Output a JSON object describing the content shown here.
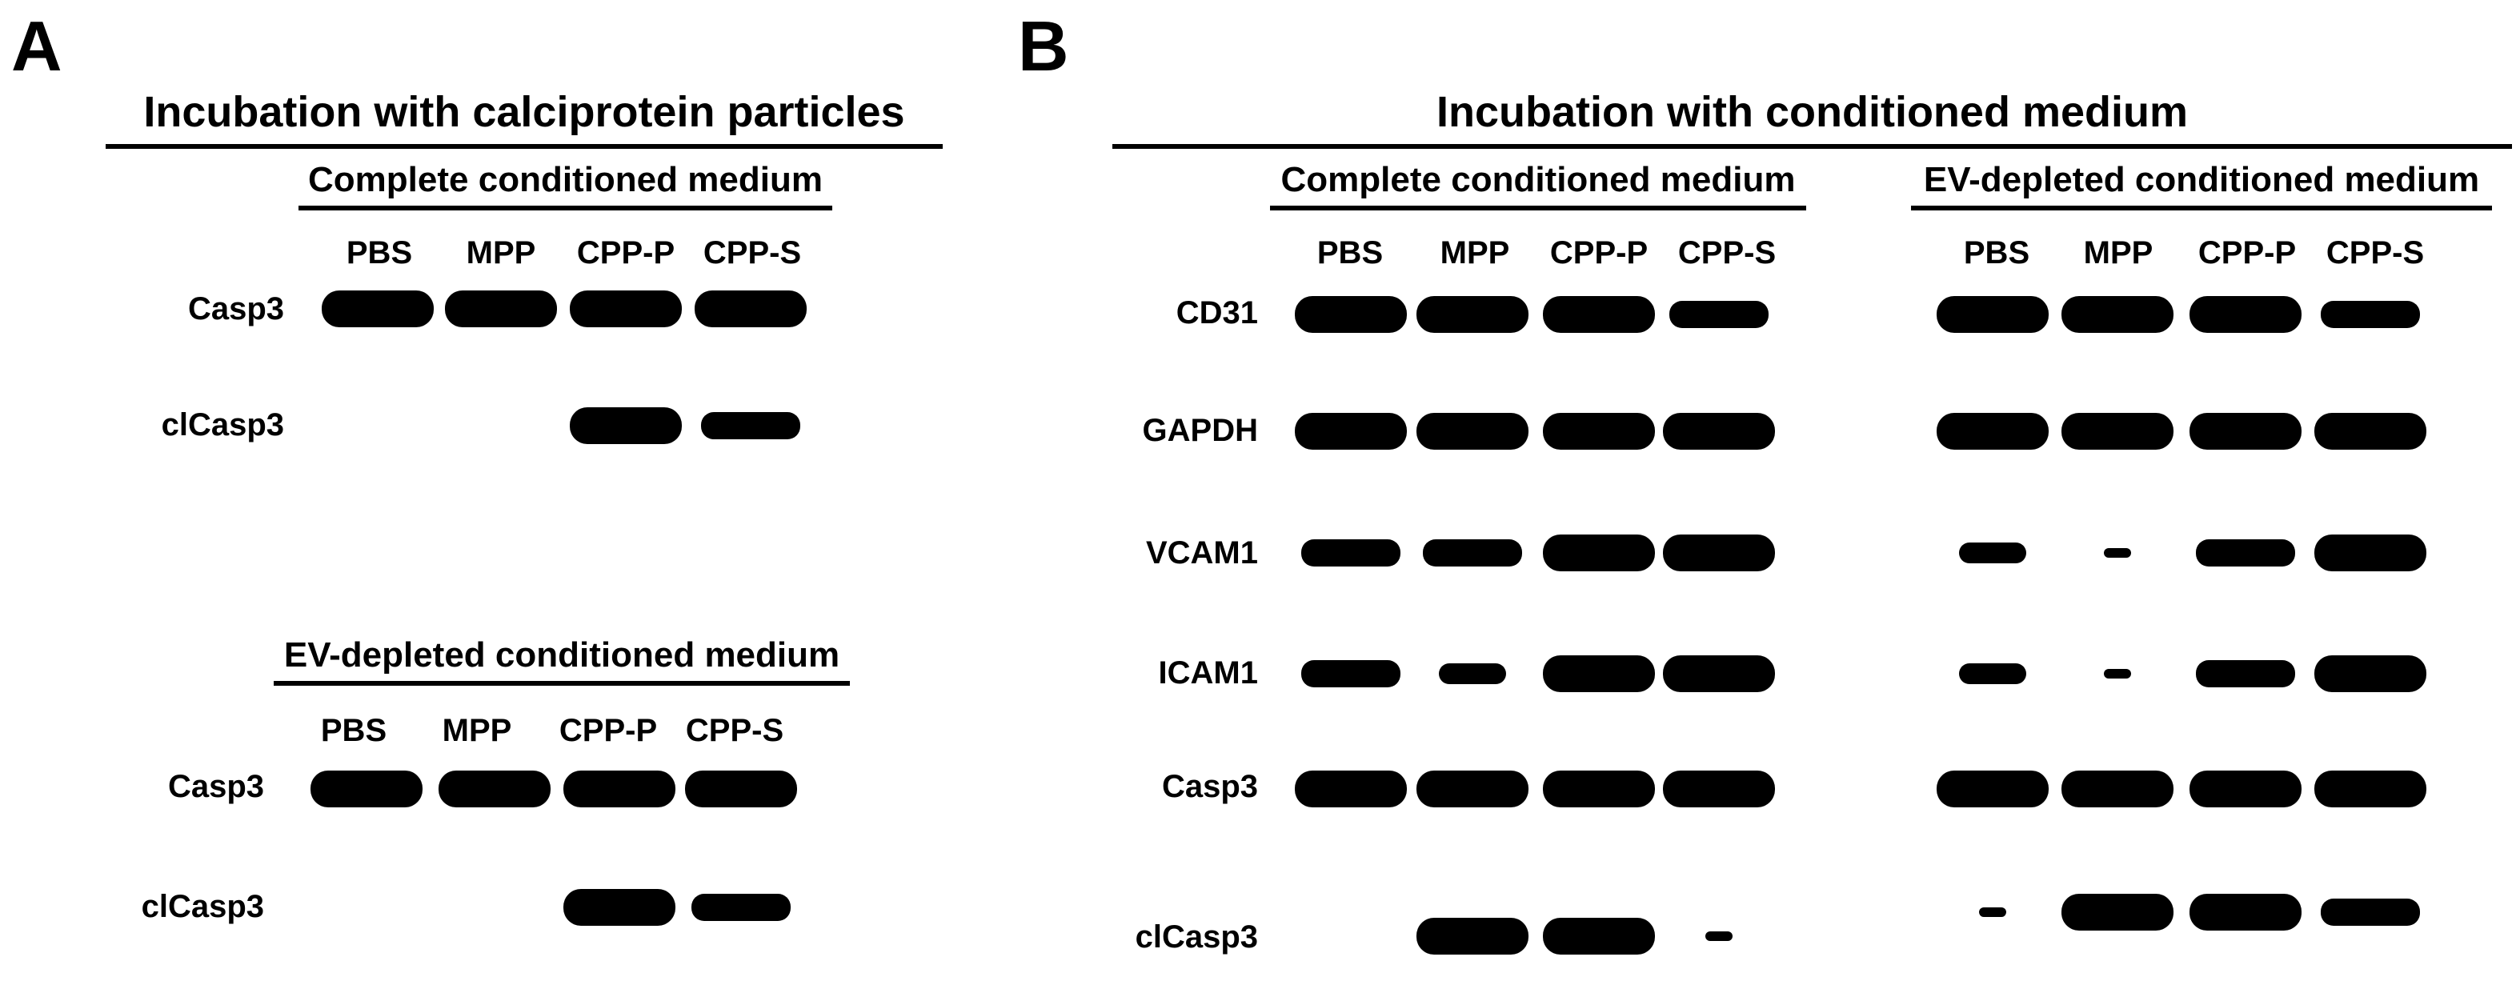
{
  "panels": {
    "A": {
      "letter": "A",
      "title": "Incubation with calciprotein particles",
      "groups": [
        {
          "title": "Complete conditioned medium",
          "lanes": [
            "PBS",
            "MPP",
            "CPP-P",
            "CPP-S"
          ],
          "rows": [
            {
              "label": "Casp3",
              "bands": [
                "band-strong",
                "band-strong",
                "band-strong",
                "band-strong"
              ]
            },
            {
              "label": "clCasp3",
              "bands": [
                "none",
                "none",
                "band-strong",
                "band-medium"
              ]
            }
          ]
        },
        {
          "title": "EV-depleted conditioned medium",
          "lanes": [
            "PBS",
            "MPP",
            "CPP-P",
            "CPP-S"
          ],
          "rows": [
            {
              "label": "Casp3",
              "bands": [
                "band-strong",
                "band-strong",
                "band-strong",
                "band-strong"
              ]
            },
            {
              "label": "clCasp3",
              "bands": [
                "none",
                "none",
                "band-strong",
                "band-medium"
              ]
            }
          ]
        }
      ]
    },
    "B": {
      "letter": "B",
      "title": "Incubation with conditioned medium",
      "row_labels": [
        "CD31",
        "GAPDH",
        "VCAM1",
        "ICAM1",
        "Casp3",
        "clCasp3"
      ],
      "groups": [
        {
          "title": "Complete conditioned medium",
          "lanes": [
            "PBS",
            "MPP",
            "CPP-P",
            "CPP-S"
          ],
          "rows": [
            {
              "label": "CD31",
              "bands": [
                "band-strong",
                "band-strong",
                "band-strong",
                "band-medium"
              ]
            },
            {
              "label": "GAPDH",
              "bands": [
                "band-strong",
                "band-strong",
                "band-strong",
                "band-strong"
              ]
            },
            {
              "label": "VCAM1",
              "bands": [
                "band-medium",
                "band-medium",
                "band-strong",
                "band-strong"
              ]
            },
            {
              "label": "ICAM1",
              "bands": [
                "band-medium",
                "band-weak",
                "band-strong",
                "band-strong"
              ]
            },
            {
              "label": "Casp3",
              "bands": [
                "band-strong",
                "band-strong",
                "band-strong",
                "band-strong"
              ]
            },
            {
              "label": "clCasp3",
              "bands": [
                "none",
                "band-strong",
                "band-strong",
                "band-faint"
              ]
            }
          ]
        },
        {
          "title": "EV-depleted conditioned medium",
          "lanes": [
            "PBS",
            "MPP",
            "CPP-P",
            "CPP-S"
          ],
          "rows": [
            {
              "label": "CD31",
              "bands": [
                "band-strong",
                "band-strong",
                "band-strong",
                "band-medium"
              ]
            },
            {
              "label": "GAPDH",
              "bands": [
                "band-strong",
                "band-strong",
                "band-strong",
                "band-strong"
              ]
            },
            {
              "label": "VCAM1",
              "bands": [
                "band-weak",
                "band-faint",
                "band-medium",
                "band-strong"
              ]
            },
            {
              "label": "ICAM1",
              "bands": [
                "band-weak",
                "band-faint",
                "band-medium",
                "band-strong"
              ]
            },
            {
              "label": "Casp3",
              "bands": [
                "band-strong",
                "band-strong",
                "band-strong",
                "band-strong"
              ]
            },
            {
              "label": "clCasp3",
              "bands": [
                "band-faint",
                "band-strong",
                "band-strong",
                "band-medium"
              ]
            }
          ]
        }
      ]
    }
  },
  "colors": {
    "ink": "#000000",
    "background": "#ffffff"
  }
}
